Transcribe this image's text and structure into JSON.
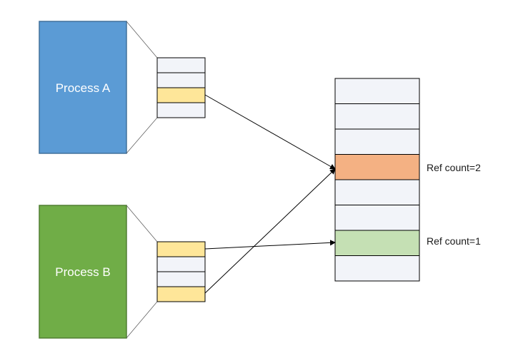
{
  "processes": [
    {
      "label": "Process A",
      "fill": "#5b9bd5",
      "stroke": "#41719c"
    },
    {
      "label": "Process B",
      "fill": "#70ad47",
      "stroke": "#507e32"
    }
  ],
  "process_a_table": {
    "highlight_rows": [
      3
    ],
    "highlight_color": "#fee699"
  },
  "process_b_table": {
    "highlight_rows": [
      1,
      4
    ],
    "highlight_color": "#fee699"
  },
  "memory": {
    "row_fill": "#f2f4f9",
    "rows": [
      {
        "fill": "#f2f4f9",
        "label": ""
      },
      {
        "fill": "#f2f4f9",
        "label": ""
      },
      {
        "fill": "#f2f4f9",
        "label": ""
      },
      {
        "fill": "#f4b183",
        "label": "Ref count=2"
      },
      {
        "fill": "#f2f4f9",
        "label": ""
      },
      {
        "fill": "#f2f4f9",
        "label": ""
      },
      {
        "fill": "#c5e0b4",
        "label": "Ref count=1"
      },
      {
        "fill": "#f2f4f9",
        "label": ""
      }
    ]
  }
}
